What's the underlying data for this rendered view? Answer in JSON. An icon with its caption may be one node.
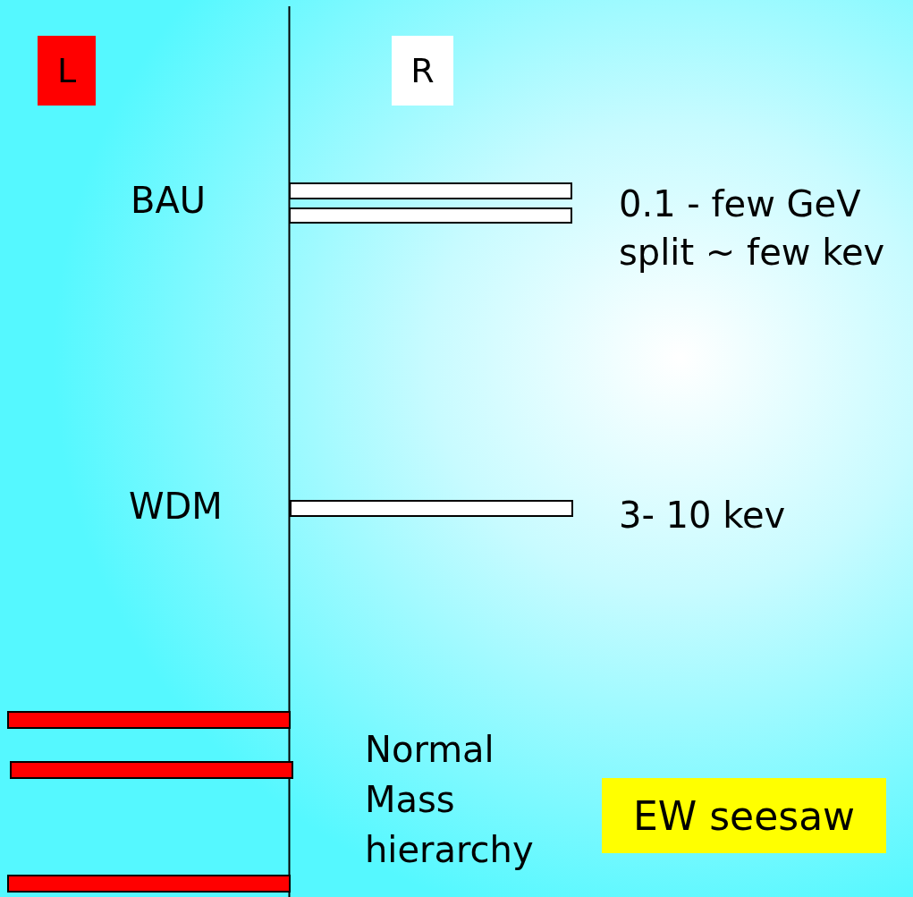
{
  "diagram": {
    "nodes": [
      {
        "text": [
          "L"
        ]
      },
      {
        "text": [
          "R"
        ]
      },
      {
        "text": [],
        "shape": "bar"
      },
      {
        "text": [],
        "shape": "bar"
      },
      {
        "text": [],
        "shape": "bar"
      },
      {
        "text": [],
        "shape": "bar"
      },
      {
        "text": [],
        "shape": "bar"
      },
      {
        "text": [],
        "shape": "bar"
      },
      {
        "text": [
          "EW seesaw"
        ]
      }
    ],
    "edges": [],
    "labels": [
      "BAU",
      "0.1 - few GeV",
      "split ~ few kev",
      "WDM",
      "3- 10 kev",
      "Normal Mass hierarchy"
    ]
  }
}
